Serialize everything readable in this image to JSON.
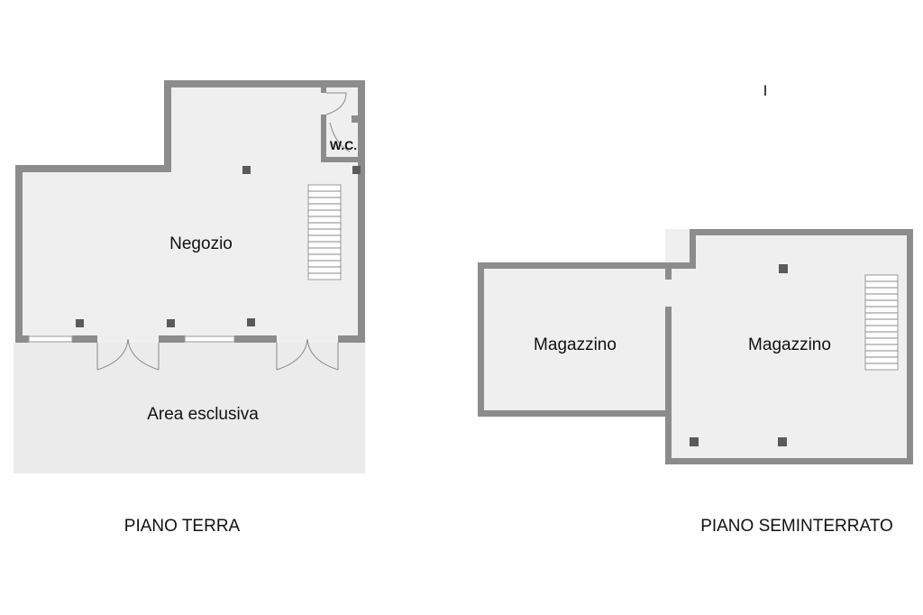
{
  "ground_floor": {
    "title": "PIANO TERRA",
    "rooms": {
      "shop": "Negozio",
      "wc": "W.C.",
      "exclusive_area": "Area esclusiva"
    }
  },
  "basement": {
    "title": "PIANO SEMINTERRATO",
    "rooms": {
      "storage_left": "Magazzino",
      "storage_right": "Magazzino"
    }
  },
  "marker": "I",
  "colors": {
    "wall": "#8c8c8c",
    "floor": "#efefef",
    "pillar": "#5a5a5a"
  }
}
